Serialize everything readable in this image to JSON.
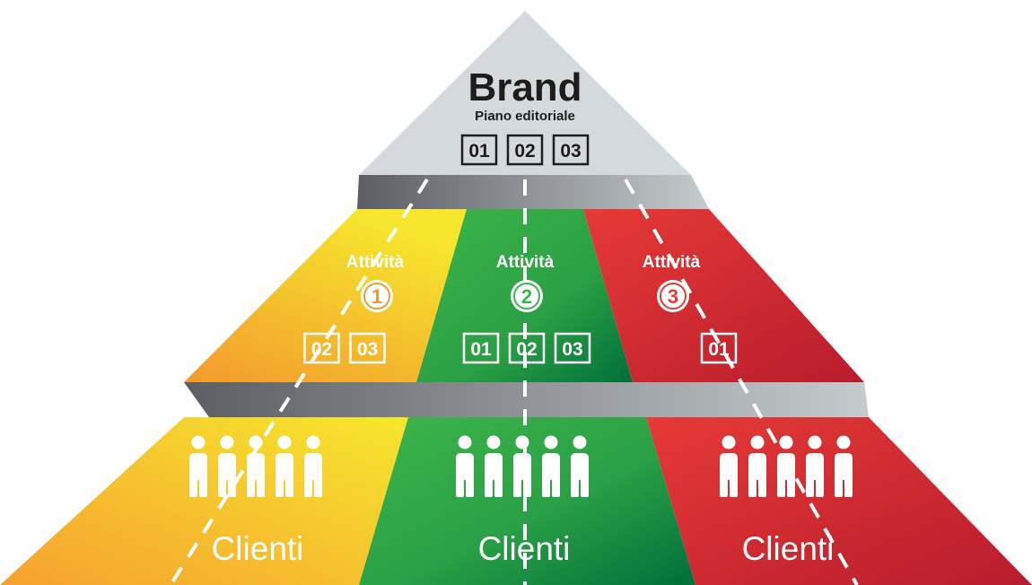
{
  "top": {
    "title": "Brand",
    "subtitle": "Piano editoriale",
    "codes": [
      "01",
      "02",
      "03"
    ],
    "fill": "#d3d9dd"
  },
  "activities": [
    {
      "label": "Attività",
      "number": "1",
      "codes": [
        "02",
        "03"
      ],
      "colors": [
        "#f39a2d",
        "#f6e72d"
      ]
    },
    {
      "label": "Attività",
      "number": "2",
      "codes": [
        "01",
        "02",
        "03"
      ],
      "colors": [
        "#3db649",
        "#006f3a"
      ]
    },
    {
      "label": "Attività",
      "number": "3",
      "codes": [
        "01"
      ],
      "colors": [
        "#e63a36",
        "#b81c2d"
      ]
    }
  ],
  "clients": [
    {
      "label": "Clienti",
      "people": 5,
      "colors": [
        "#f6a12f",
        "#f6e72d"
      ]
    },
    {
      "label": "Clienti",
      "people": 5,
      "colors": [
        "#3db649",
        "#006f3a"
      ]
    },
    {
      "label": "Clienti",
      "people": 5,
      "colors": [
        "#e63a36",
        "#b81c2d"
      ]
    }
  ],
  "colors": {
    "connector_dark": "#5b5e62",
    "connector_light": "#c5cacd",
    "text_dark": "#1d1d1b",
    "text_light": "#ffffff"
  }
}
